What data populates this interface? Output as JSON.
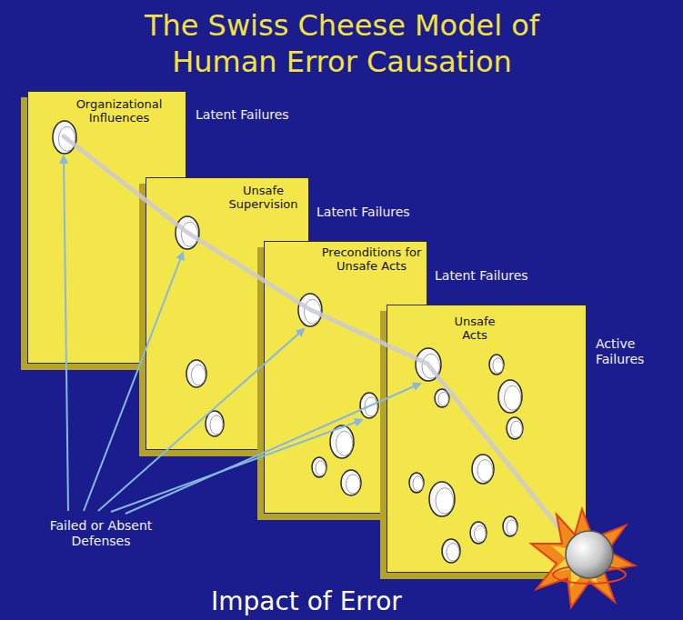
{
  "diagram": {
    "title": "The Swiss Cheese Model of Human Error Causation",
    "nodes": [
      {
        "text": [
          "Organizational Influences"
        ]
      },
      {
        "text": [
          "Unsafe Supervision"
        ]
      },
      {
        "text": [
          "Preconditions for Unsafe Acts"
        ]
      },
      {
        "text": [
          "Unsafe Acts"
        ]
      }
    ],
    "labels": [
      "Latent Failures",
      "Latent Failures",
      "Latent Failures",
      "Active Failures",
      "Failed or Absent Defenses",
      "Impact of Error"
    ]
  }
}
